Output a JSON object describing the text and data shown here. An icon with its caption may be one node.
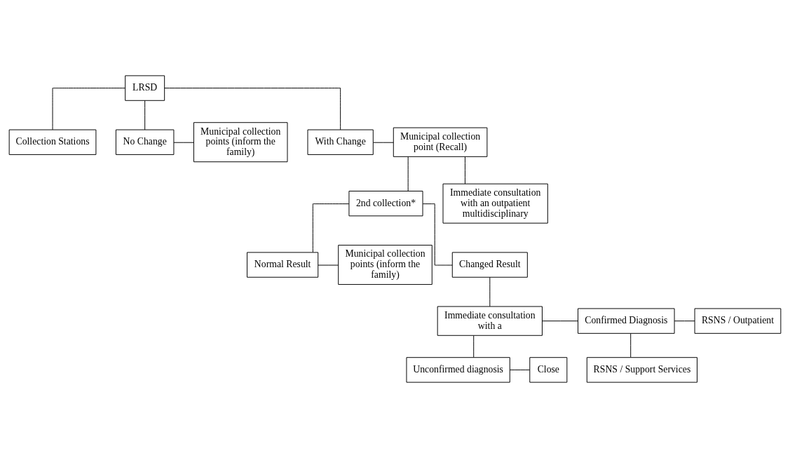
{
  "diagram": {
    "nodes": [
      {
        "text": [
          "LRSD"
        ]
      },
      {
        "text": [
          "Collection Stations"
        ]
      },
      {
        "text": [
          "No Change"
        ]
      },
      {
        "text": [
          "With Change"
        ]
      },
      {
        "text": [
          "Municipal collection points (inform the family)"
        ]
      },
      {
        "text": [
          "Municipal collection point (Recall)"
        ]
      },
      {
        "text": [
          "Municipal collection points (inform the family)"
        ]
      },
      {
        "text": [
          "Normal Result"
        ]
      },
      {
        "text": [
          "Changed Result"
        ]
      },
      {
        "text": [
          "2nd collection*"
        ]
      },
      {
        "text": [
          "Immediate consultation with an outpatient multidisciplinary"
        ]
      },
      {
        "text": [
          "Immediate consultation with a"
        ]
      },
      {
        "text": [
          "Confirmed Diagnosis"
        ]
      },
      {
        "text": [
          "RSNS / Outpatient"
        ]
      },
      {
        "text": [
          "RSNS / Support Services"
        ]
      },
      {
        "text": [
          "Close"
        ]
      },
      {
        "text": [
          "Unconfirmed diagnosis"
        ]
      }
    ],
    "edges": [
      {
        "from": 0,
        "to": 1,
        "arrow": "none"
      },
      {
        "from": 0,
        "to": 2,
        "arrow": "none"
      },
      {
        "from": 0,
        "to": 3,
        "arrow": "none"
      },
      {
        "from": 2,
        "to": 4,
        "arrow": "none"
      },
      {
        "from": 3,
        "to": 5,
        "arrow": "none"
      },
      {
        "from": 5,
        "to": 9,
        "arrow": "none"
      },
      {
        "from": 5,
        "to": 10,
        "arrow": "none"
      },
      {
        "from": 7,
        "to": 6,
        "arrow": "none"
      },
      {
        "from": 9,
        "to": 7,
        "arrow": "none"
      },
      {
        "from": 9,
        "to": 8,
        "arrow": "none"
      },
      {
        "from": 8,
        "to": 11,
        "arrow": "none"
      },
      {
        "from": 11,
        "to": 12,
        "arrow": "none"
      },
      {
        "from": 12,
        "to": 13,
        "arrow": "none"
      },
      {
        "from": 12,
        "to": 14,
        "arrow": "none"
      },
      {
        "from": 11,
        "to": 16,
        "arrow": "none"
      },
      {
        "from": 16,
        "to": 15,
        "arrow": "none"
      }
    ]
  }
}
